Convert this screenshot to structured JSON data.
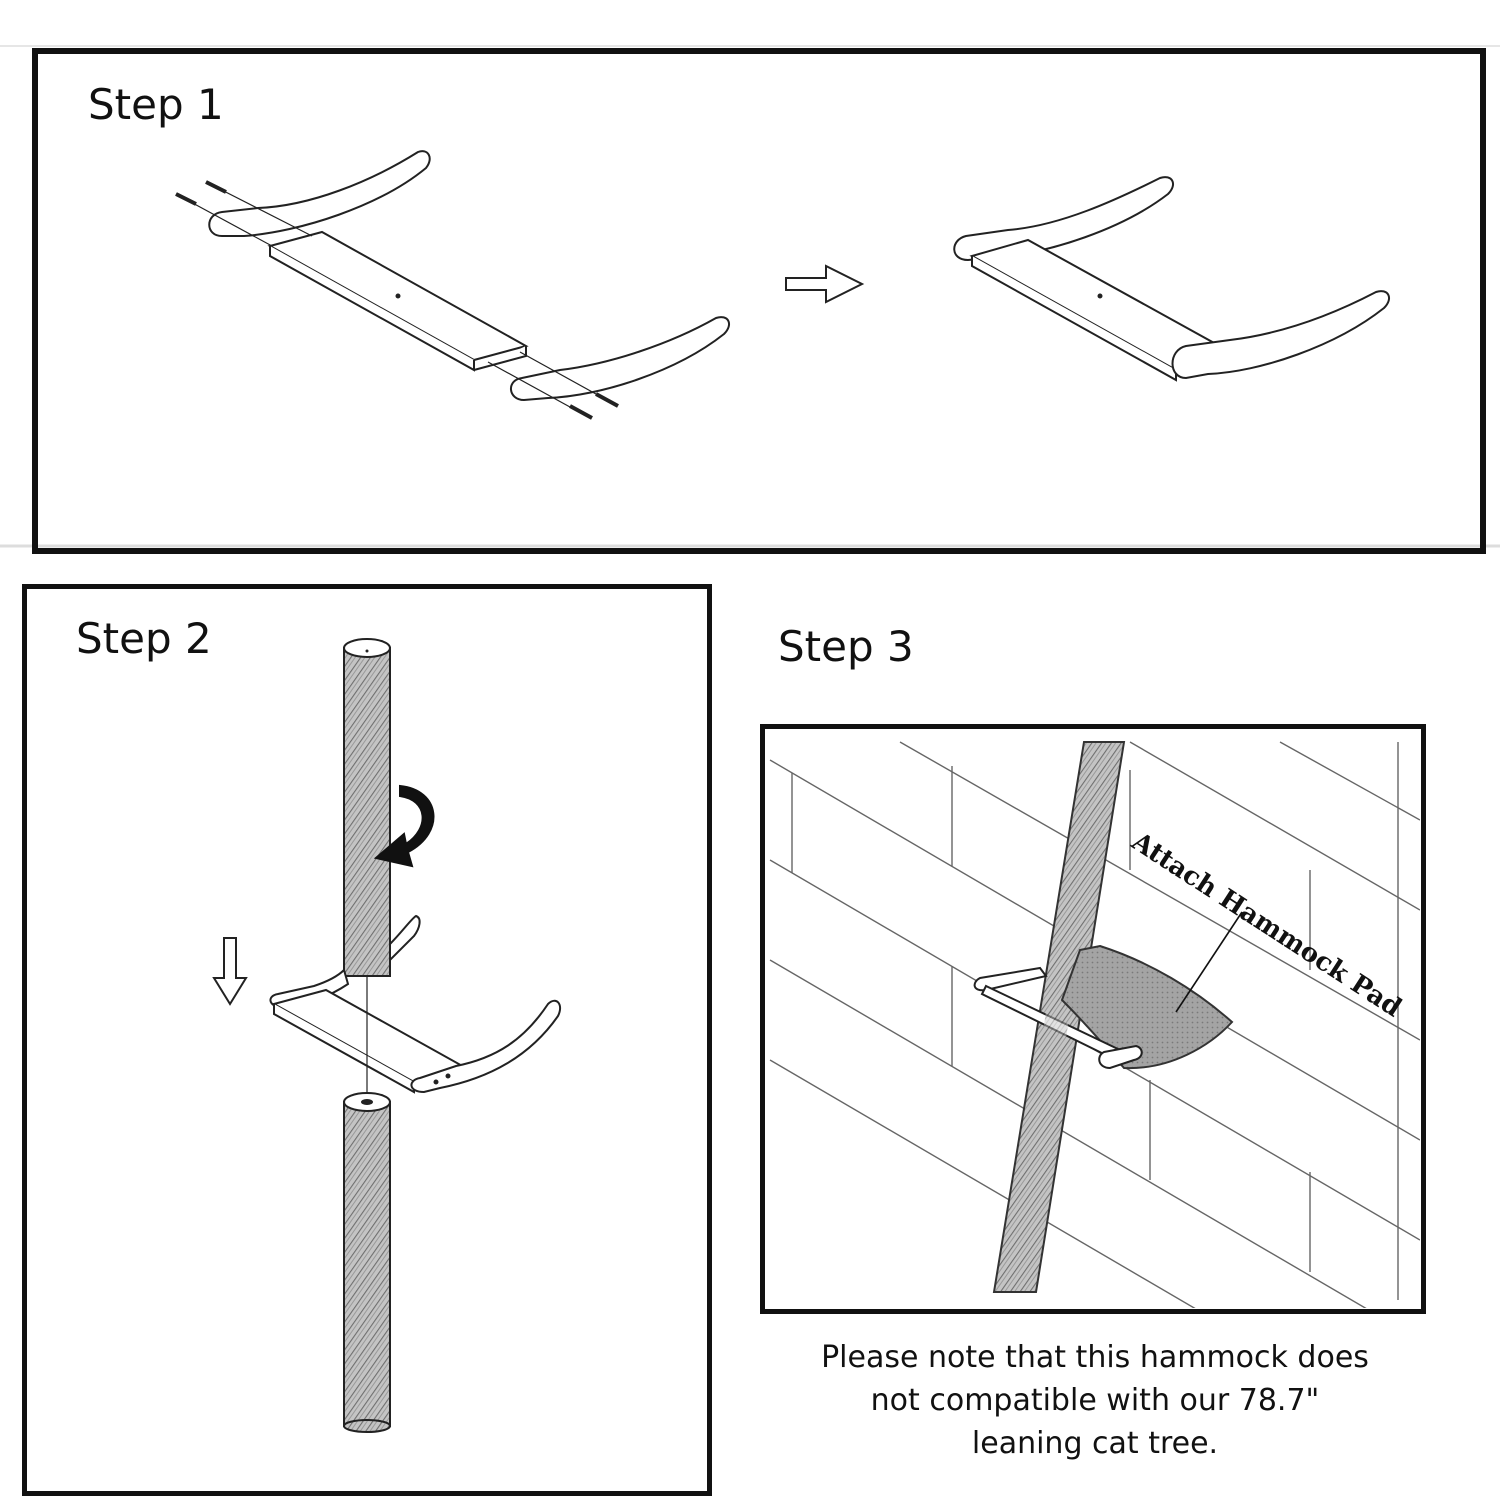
{
  "steps": [
    {
      "label": "Step 1"
    },
    {
      "label": "Step 2"
    },
    {
      "label": "Step 3"
    }
  ],
  "callout": {
    "text": "Attach Hammock Pad"
  },
  "note": {
    "lines": [
      "Please note that this hammock does",
      "not compatible with our 78.7\"",
      "leaning cat tree."
    ]
  },
  "colors": {
    "frame": "#111111",
    "sisal": "#b3b3b3",
    "hammock": "#9a9a9a"
  }
}
